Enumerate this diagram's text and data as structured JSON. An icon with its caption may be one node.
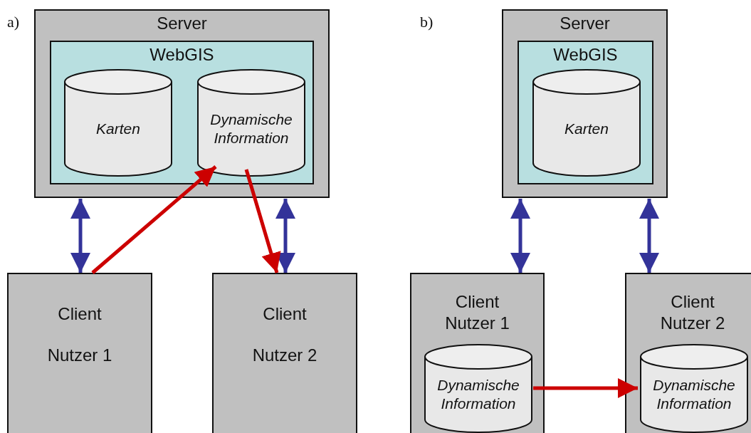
{
  "diagram": {
    "nodes": [
      {
        "text": [
          "Server"
        ]
      },
      {
        "text": [
          "WebGIS"
        ],
        "in": 0
      },
      {
        "text": [
          "Karten"
        ],
        "in": 1
      },
      {
        "text": [
          "Dynamische Information"
        ],
        "in": 1
      },
      {
        "text": [
          "Client",
          "Nutzer 1"
        ]
      },
      {
        "text": [
          "Client",
          "Nutzer 2"
        ]
      },
      {
        "text": [
          "Server"
        ]
      },
      {
        "text": [
          "WebGIS"
        ],
        "in": 6
      },
      {
        "text": [
          "Karten"
        ],
        "in": 7
      },
      {
        "text": [
          "Client Nutzer 1"
        ]
      },
      {
        "text": [
          "Dynamische Information"
        ],
        "in": 9
      },
      {
        "text": [
          "Client Nutzer 2"
        ]
      },
      {
        "text": [
          "Dynamische Information"
        ],
        "in": 11
      }
    ],
    "edges": [
      {
        "from": 0,
        "to": 4,
        "arrow": "both"
      },
      {
        "from": 0,
        "to": 5,
        "arrow": "both"
      },
      {
        "from": 4,
        "to": 3,
        "arrow": "to",
        "color": "#cc0000"
      },
      {
        "from": 3,
        "to": 5,
        "arrow": "to",
        "color": "#cc0000"
      },
      {
        "from": 6,
        "to": 9,
        "arrow": "both"
      },
      {
        "from": 6,
        "to": 11,
        "arrow": "both"
      },
      {
        "from": 10,
        "to": 12,
        "arrow": "to",
        "color": "#cc0000"
      }
    ],
    "labels": [
      "a)",
      "b)"
    ]
  }
}
